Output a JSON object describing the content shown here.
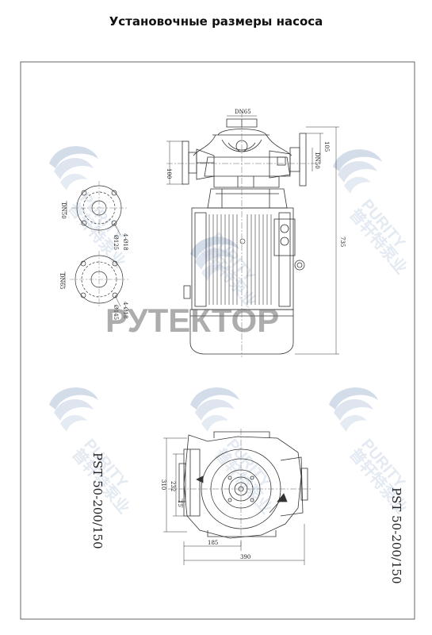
{
  "title": "Установочные размеры насоса",
  "model": "PST 50-200/150",
  "brand": "РУТЕКТОР",
  "watermark": {
    "latin": "PURITY",
    "cjk": "普轩特泵业"
  },
  "dimensions": {
    "dn_top": "DN65",
    "d105": "105",
    "dn50_right": "DN50",
    "d100": "100",
    "d735": "735",
    "dn50_flange": "DN50",
    "bolt_top": "4-Ø18",
    "pcd_top": "Ø125",
    "dn65_flange": "DN65",
    "bolt_bottom": "4-Ø18",
    "pcd_bottom": "Ø145",
    "d310": "310",
    "d232": "232",
    "d15": "15",
    "d185": "185",
    "d390": "390"
  },
  "colors": {
    "line": "#333333",
    "watermark": "#c9d4e4"
  }
}
